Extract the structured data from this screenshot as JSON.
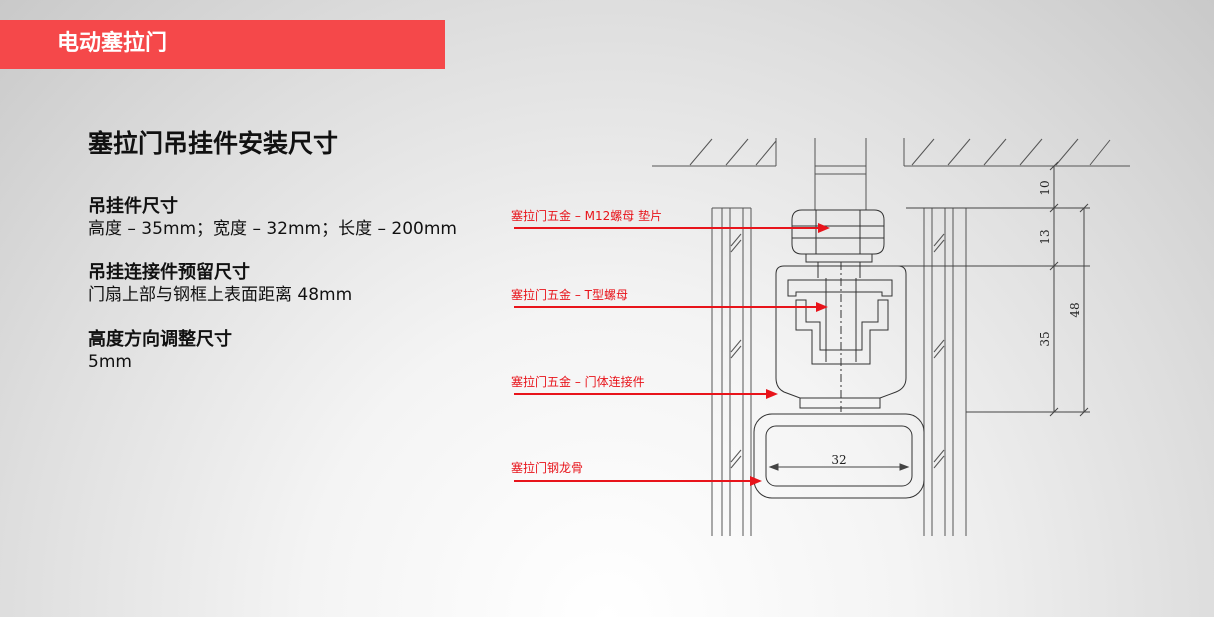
{
  "banner": {
    "title": "电动塞拉门",
    "color": "#f5484a"
  },
  "heading": "塞拉门吊挂件安装尺寸",
  "specs": [
    {
      "title": "吊挂件尺寸",
      "value": "高度 – 35mm；宽度 – 32mm；长度 – 200mm"
    },
    {
      "title": "吊挂连接件预留尺寸",
      "value": "门扇上部与钢框上表面距离 48mm"
    },
    {
      "title": "高度方向调整尺寸",
      "value": "5mm"
    }
  ],
  "diagram": {
    "callouts": [
      "塞拉门五金 – M12螺母 垫片",
      "塞拉门五金 – T型螺母",
      "塞拉门五金 – 门体连接件",
      "塞拉门钢龙骨"
    ],
    "dimensions": {
      "d10": "10",
      "d13": "13",
      "d35": "35",
      "d48": "48",
      "d32": "32"
    },
    "arrow_color": "#e8141b"
  }
}
